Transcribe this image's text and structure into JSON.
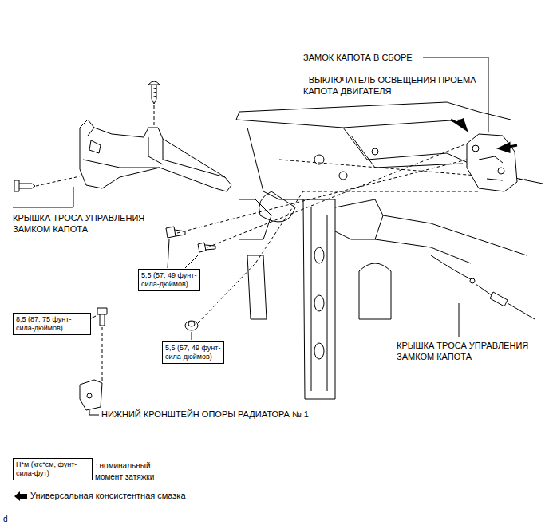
{
  "diagram": {
    "nodes": [
      {
        "text": [
          "5,5 (57, 49 фунт-сила-дюймов)"
        ]
      },
      {
        "text": [
          "8,5 (87, 75 фунт-сила-дюймов)"
        ]
      },
      {
        "text": [
          "5,5 (57, 49 фунт-сила-дюймов)"
        ]
      },
      {
        "text": [
          "Н*м (кгс*см, фунт-сила-фут)"
        ]
      }
    ],
    "labels": [
      "ЗАМОК КАПОТА В СБОРЕ",
      "- ВЫКЛЮЧАТЕЛЬ ОСВЕЩЕНИЯ ПРОЕМА КАПОТА ДВИГАТЕЛЯ",
      "КРЫШКА ТРОСА УПРАВЛЕНИЯ ЗАМКОМ КАПОТА",
      "КРЫШКА ТРОСА УПРАВЛЕНИЯ ЗАМКОМ КАПОТА",
      "НИЖНИЙ КРОНШТЕЙН ОПОРЫ РАДИАТОРА № 1",
      ": номинальный момент затяжки",
      "d"
    ],
    "legend": [
      {
        "text": "Универсальная консистентная смазка"
      }
    ]
  }
}
